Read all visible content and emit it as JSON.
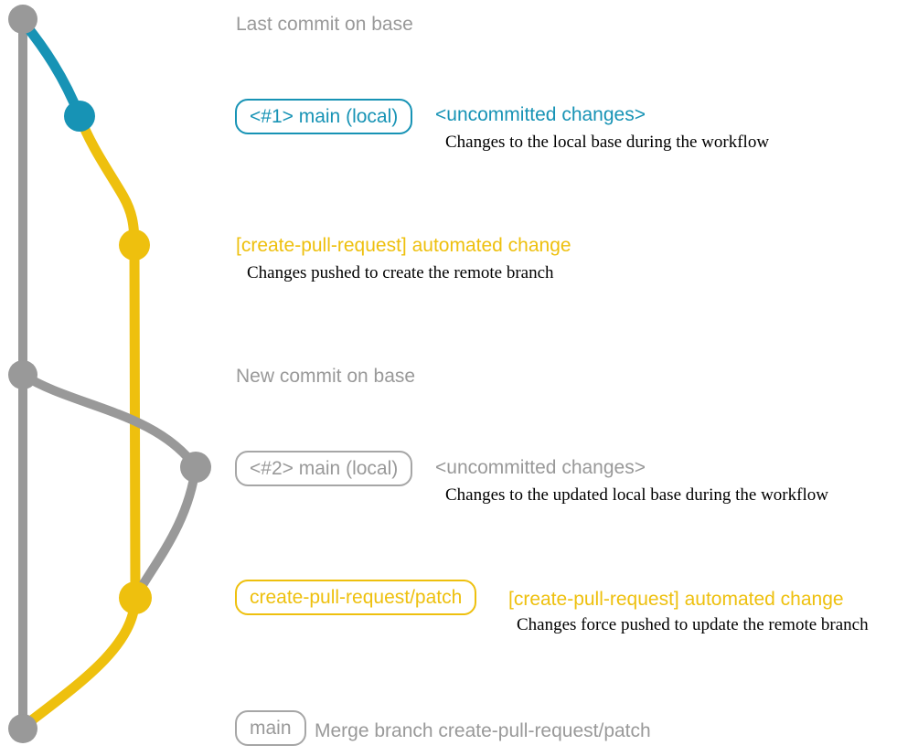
{
  "colors": {
    "base_gray": "#999999",
    "local_blue": "#1793b5",
    "branch_yellow": "#eec00e",
    "note_black": "#000000",
    "background": "#ffffff"
  },
  "graph": {
    "branches": [
      {
        "name": "base",
        "color": "#999999"
      },
      {
        "name": "main (local)",
        "color": "#1793b5"
      },
      {
        "name": "create-pull-request/patch",
        "color": "#eec00e"
      }
    ],
    "commits": [
      {
        "id": "c1",
        "branch": "base",
        "color": "#999999"
      },
      {
        "id": "c2",
        "branch": "main (local)",
        "color": "#1793b5"
      },
      {
        "id": "c3",
        "branch": "create-pull-request/patch",
        "color": "#eec00e"
      },
      {
        "id": "c4",
        "branch": "base",
        "color": "#999999"
      },
      {
        "id": "c5",
        "branch": "main (local)",
        "color": "#999999"
      },
      {
        "id": "c6",
        "branch": "create-pull-request/patch",
        "color": "#eec00e"
      },
      {
        "id": "c7",
        "branch": "base",
        "color": "#999999"
      }
    ]
  },
  "annotations": {
    "row1": {
      "title": "Last commit on base"
    },
    "row2": {
      "badge": "<#1> main (local)",
      "label": "<uncommitted changes>",
      "note": "Changes to the local base during the workflow"
    },
    "row3": {
      "label": "[create-pull-request] automated change",
      "note": "Changes pushed to create the remote branch"
    },
    "row4": {
      "title": "New commit on base"
    },
    "row5": {
      "badge": "<#2> main (local)",
      "label": "<uncommitted changes>",
      "note": "Changes to the updated local base during the workflow"
    },
    "row6": {
      "badge": "create-pull-request/patch",
      "label": "[create-pull-request] automated change",
      "note": "Changes force pushed to update the remote branch"
    },
    "row7": {
      "badge": "main",
      "label": "Merge branch create-pull-request/patch"
    }
  }
}
